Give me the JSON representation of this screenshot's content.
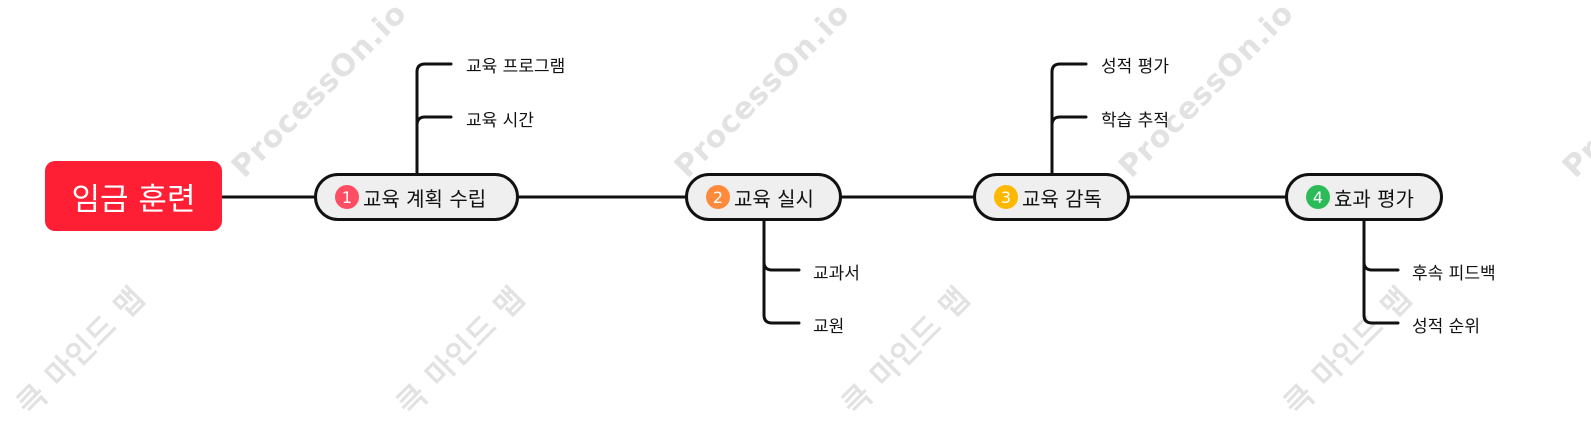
{
  "watermarks": {
    "brand": "ProcessOn.io",
    "app": "큭 마인드 맵"
  },
  "root": {
    "label": "임금 훈련",
    "color": "#ff1f35"
  },
  "stages": [
    {
      "number": "1",
      "label": "교육 계획 수립",
      "badge_color": "#ff4d63",
      "children": [
        "교육 프로그램",
        "교육 시간"
      ]
    },
    {
      "number": "2",
      "label": "교육 실시",
      "badge_color": "#ff8a3c",
      "children": [
        "교과서",
        "교원"
      ]
    },
    {
      "number": "3",
      "label": "교육 감독",
      "badge_color": "#ffb800",
      "children": [
        "성적 평가",
        "학습 추적"
      ]
    },
    {
      "number": "4",
      "label": "효과 평가",
      "badge_color": "#2dbb5a",
      "children": [
        "후속 피드백",
        "성적 순위"
      ]
    }
  ]
}
